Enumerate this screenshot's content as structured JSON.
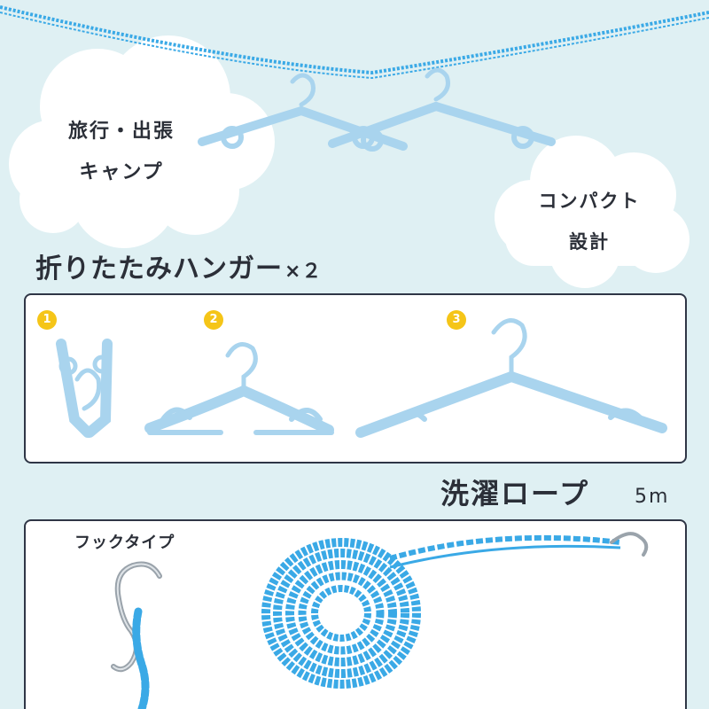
{
  "clouds": {
    "left": {
      "line1": "旅行・出張",
      "line2": "キャンプ"
    },
    "right": {
      "line1": "コンパクト",
      "line2": "設計"
    }
  },
  "hanger_section": {
    "title": "折りたたみハンガー",
    "quantity": "×２",
    "steps": [
      "1",
      "2",
      "3"
    ]
  },
  "rope_section": {
    "title": "洗濯ロープ",
    "length": "5m",
    "hook_label": "フックタイプ"
  },
  "colors": {
    "background": "#dff0f3",
    "hanger_blue": "#a9d4ee",
    "rope_blue": "#3aa9e6",
    "badge_yellow": "#f5c518",
    "panel_border": "#2f3646"
  }
}
